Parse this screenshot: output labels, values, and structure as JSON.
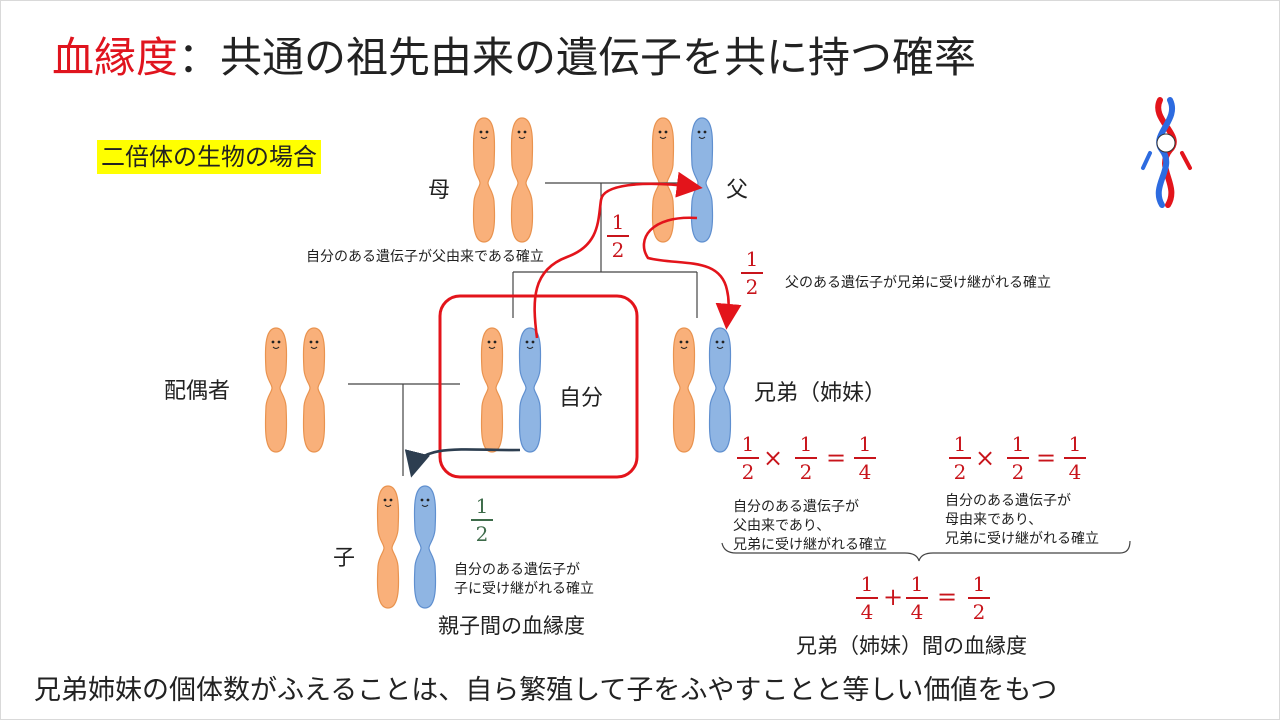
{
  "title": {
    "highlight": "血縁度",
    "rest": "：共通の祖先由来の遺伝子を共に持つ確率"
  },
  "subtitle": "二倍体の生物の場合",
  "labels": {
    "mother": "母",
    "father": "父",
    "spouse": "配偶者",
    "self": "自分",
    "sibling": "兄弟（姉妹）",
    "child": "子"
  },
  "notes": {
    "from_father": "自分のある遺伝子が父由来である確立",
    "father_to_sibling": "父のある遺伝子が兄弟に受け継がれる確立",
    "to_child_line1": "自分のある遺伝子が",
    "to_child_line2": "子に受け継がれる確立",
    "via_father_line1": "自分のある遺伝子が",
    "via_father_line2": "父由来であり、",
    "via_father_line3": "兄弟に受け継がれる確立",
    "via_mother_line1": "自分のある遺伝子が",
    "via_mother_line2": "母由来であり、",
    "via_mother_line3": "兄弟に受け継がれる確立"
  },
  "fractions": {
    "one": "1",
    "two": "2",
    "four": "4",
    "times": "×",
    "equals": "=",
    "plus": "+"
  },
  "captions": {
    "parent_child": "親子間の血縁度",
    "siblings": "兄弟（姉妹）間の血縁度"
  },
  "bottom_text": "兄弟姉妹の個体数がふえることは、自ら繁殖して子をふやすことと等しい価値をもつ",
  "colors": {
    "title_red": "#e0141e",
    "arrow_red": "#e3141b",
    "chromosome_orange": "#f9b07a",
    "chromosome_blue": "#8fb5e3",
    "highlight_yellow": "#ffff00",
    "child_arrow": "#2d3e50"
  }
}
